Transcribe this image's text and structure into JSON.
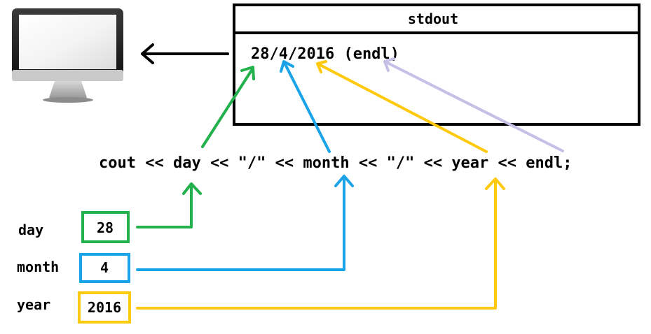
{
  "stdout": {
    "title": "stdout",
    "output": "28/4/2016 (endl)"
  },
  "code_line": "cout << day << \"/\" << month << \"/\" << year << endl;",
  "variables": [
    {
      "name": "day",
      "value": "28",
      "color": "#22b14c"
    },
    {
      "name": "month",
      "value": "4",
      "color": "#1aa3e6"
    },
    {
      "name": "year",
      "value": "2016",
      "color": "#ffc90e"
    }
  ],
  "colors": {
    "day": "#22b14c",
    "month": "#1aa3e6",
    "year": "#ffc90e",
    "endl": "#c8bfe7",
    "border": "#000000"
  },
  "icons": {
    "monitor": "computer-monitor-icon"
  }
}
